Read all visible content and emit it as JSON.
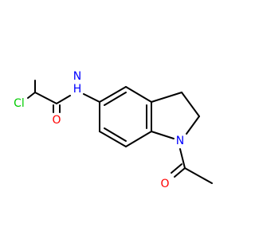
{
  "molecule": {
    "atoms": {
      "cl": "Cl",
      "amide_n": "N",
      "h": "H",
      "amide_o": "O",
      "ring_n": "N",
      "acetyl_o": "O"
    },
    "colors": {
      "bond": "#000000",
      "nitrogen": "#0000ff",
      "oxygen": "#ff0000",
      "chlorine": "#00cc00",
      "background": "#ffffff"
    }
  }
}
